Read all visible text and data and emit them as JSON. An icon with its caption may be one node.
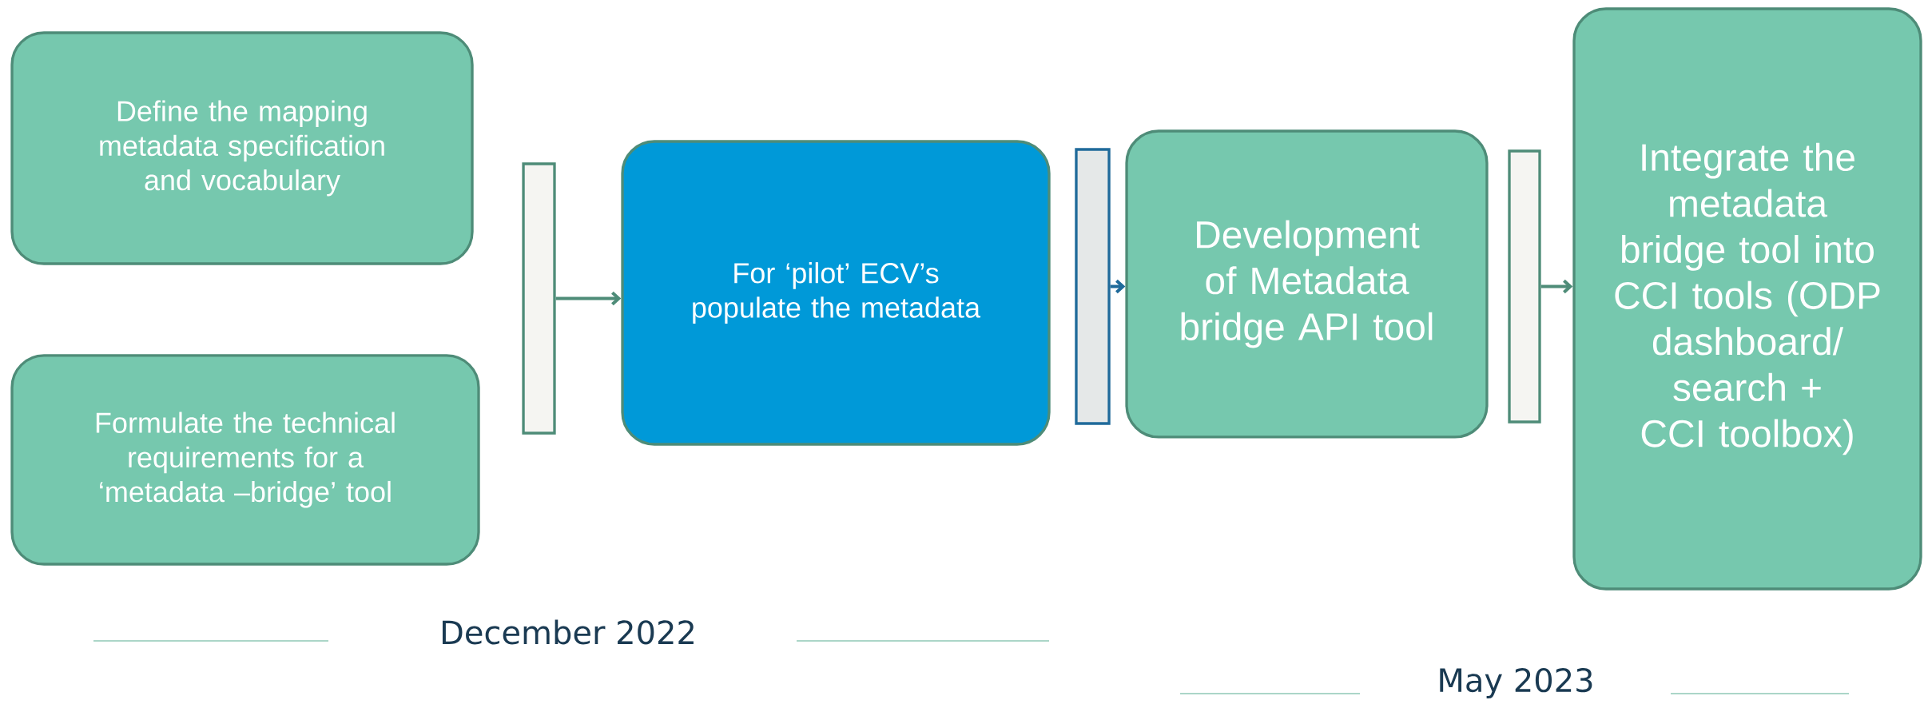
{
  "diagram": {
    "nodes": [
      {
        "text": [
          "Define the mapping metadata specification and vocabulary"
        ]
      },
      {
        "text": [
          "Formulate the technical requirements for a ‘metadata –bridge’ tool"
        ]
      },
      {
        "text": [],
        "shape": "bar"
      },
      {
        "text": [
          "For ‘pilot’ ECV’s populate the metadata"
        ]
      },
      {
        "text": [],
        "shape": "bar"
      },
      {
        "text": [
          "Development of Metadata bridge API tool"
        ]
      },
      {
        "text": [],
        "shape": "bar"
      },
      {
        "text": [
          "Integrate the metadata bridge tool into CCI tools (ODP dashboard/ search + CCI toolbox)"
        ]
      }
    ],
    "edges": [
      {
        "from": 2,
        "to": 3,
        "arrow": "to"
      },
      {
        "from": 4,
        "to": 5,
        "arrow": "to",
        "color": "#1f6a9a"
      },
      {
        "from": 6,
        "to": 7,
        "arrow": "to"
      }
    ],
    "labels": [
      "December 2022",
      "May 2023"
    ]
  }
}
